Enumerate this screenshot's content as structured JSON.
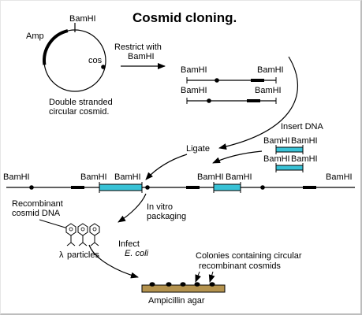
{
  "title": "Cosmid cloning.",
  "colors": {
    "insert": "#38c2d6",
    "agar": "#b5934e",
    "line": "#000000",
    "frame": "#bdbdbd"
  },
  "cosmid": {
    "bamhi_label": "BamHI",
    "amp_label": "Amp",
    "cos_label": "cos",
    "caption_line1": "Double stranded",
    "caption_line2": "circular cosmid."
  },
  "restrict": {
    "line1": "Restrict with",
    "line2": "BamHI"
  },
  "fragments": {
    "top_left": "BamHI",
    "top_right": "BamHI",
    "bottom_left": "BamHI",
    "bottom_right": "BamHI"
  },
  "insert": {
    "label": "Insert DNA",
    "top_left": "BamHI",
    "top_right": "BamHI",
    "bottom_left": "BamHI",
    "bottom_right": "BamHI"
  },
  "ligate_label": "Ligate",
  "concatemer": {
    "labels": [
      "BamHI",
      "BamHI",
      "BamHI",
      "BamHI",
      "BamHI",
      "BamHI"
    ]
  },
  "recombinant": {
    "line1": "Recombinant",
    "line2": "cosmid DNA"
  },
  "packaging": {
    "line1": "In vitro",
    "line2": "packaging"
  },
  "particles": {
    "lambda": "λ",
    "label": "particles"
  },
  "infect": {
    "line1": "Infect",
    "line2": "E. coli"
  },
  "colonies": {
    "line1": "Colonies containing circular",
    "line2": "recombinant cosmids"
  },
  "agar_label": "Ampicillin agar"
}
